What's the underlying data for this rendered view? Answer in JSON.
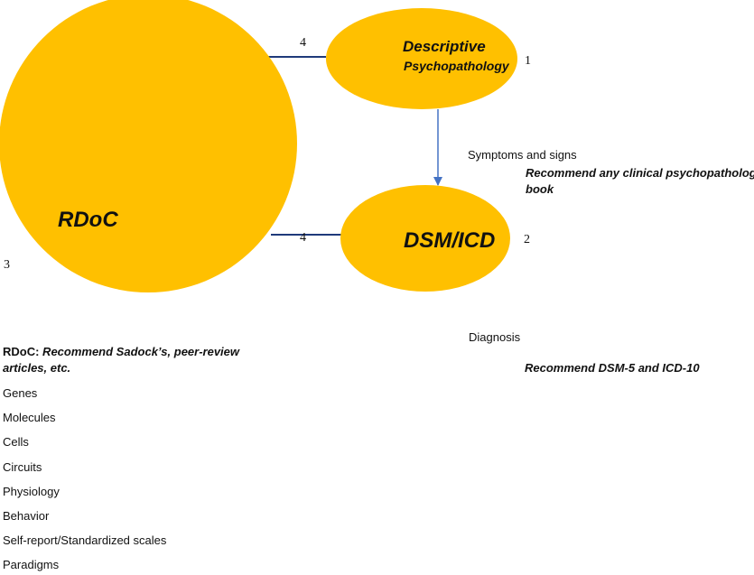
{
  "colors": {
    "node_fill": "#FFC000",
    "connector": "#1F3A7A",
    "arrow": "#4472C4",
    "text": "#111111"
  },
  "nodes": {
    "rdoc": {
      "label": "RDoC"
    },
    "descriptive": {
      "label_line1": "Descriptive",
      "label_line2": "Psychopathology"
    },
    "dsm": {
      "label": "DSM/ICD"
    }
  },
  "edge_labels": {
    "rdoc_descriptive": "4",
    "rdoc_dsm": "4"
  },
  "node_numbers": {
    "descriptive": "1",
    "dsm": "2",
    "rdoc": "3"
  },
  "annotations": {
    "symptoms": "Symptoms and signs",
    "descriptive_recommend_line1": "Recommend any clinical psychopathology",
    "descriptive_recommend_line2": "book",
    "diagnosis": "Diagnosis",
    "dsm_recommend": "Recommend DSM-5 and ICD-10"
  },
  "rdoc_panel": {
    "prefix": "RDoC:",
    "recommend": " Recommend Sadock’s, peer-review articles, etc.",
    "levels": [
      "Genes",
      "Molecules",
      "Cells",
      "Circuits",
      "Physiology",
      "Behavior",
      "Self-report/Standardized scales",
      "Paradigms"
    ]
  }
}
